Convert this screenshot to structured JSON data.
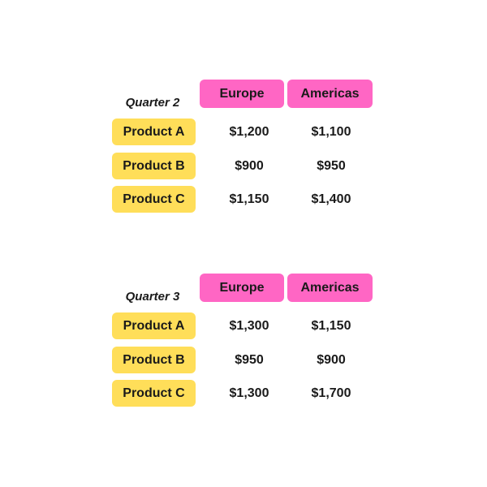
{
  "tables": [
    {
      "quarter": "Quarter 2",
      "columns": [
        "Europe",
        "Americas"
      ],
      "rows": [
        {
          "product": "Product A",
          "europe": "$1,200",
          "americas": "$1,100"
        },
        {
          "product": "Product B",
          "europe": "$900",
          "americas": "$950"
        },
        {
          "product": "Product C",
          "europe": "$1,150",
          "americas": "$1,400"
        }
      ]
    },
    {
      "quarter": "Quarter 3",
      "columns": [
        "Europe",
        "Americas"
      ],
      "rows": [
        {
          "product": "Product A",
          "europe": "$1,300",
          "americas": "$1,150"
        },
        {
          "product": "Product B",
          "europe": "$950",
          "americas": "$900"
        },
        {
          "product": "Product C",
          "europe": "$1,300",
          "americas": "$1,700"
        }
      ]
    }
  ],
  "colors": {
    "header_bg": "#ff66c4",
    "product_bg": "#ffde59",
    "text": "#1a1a1a",
    "background": "#ffffff"
  }
}
